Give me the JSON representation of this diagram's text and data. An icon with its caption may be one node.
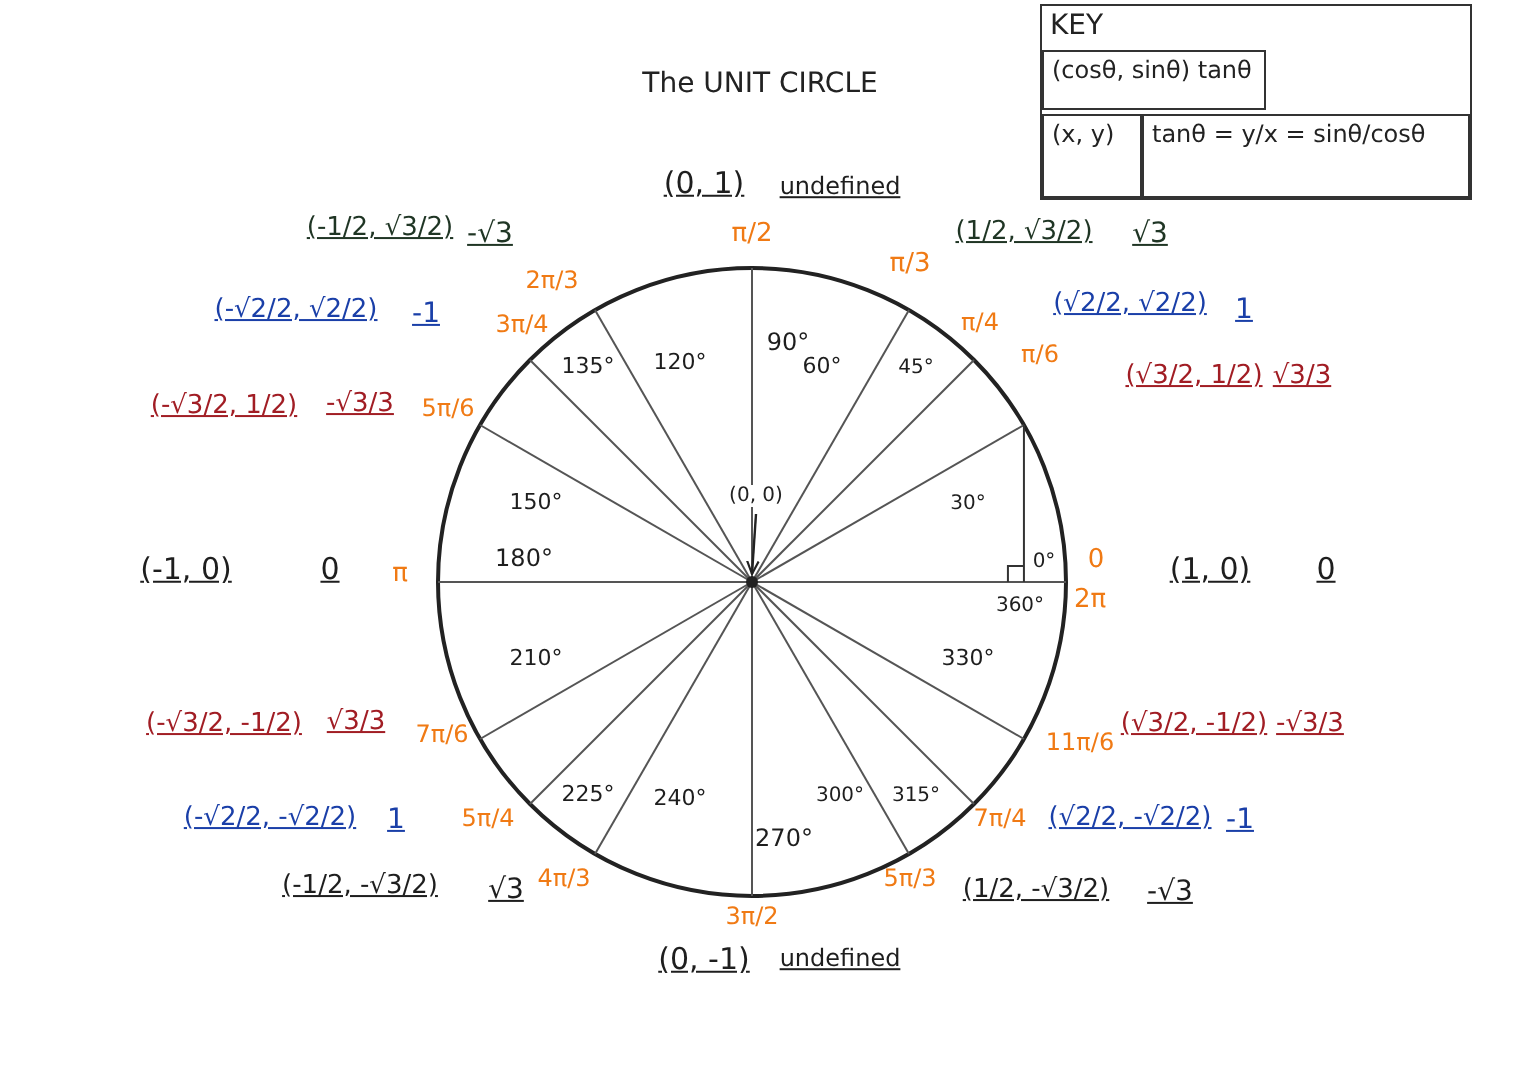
{
  "diagram": {
    "title": "The UNIT CIRCLE",
    "nodes": [
      {
        "text": [
          "KEY"
        ]
      },
      {
        "text": [
          "(cosθ, sinθ) tanθ"
        ],
        "in": 0
      },
      {
        "text": [
          "(x, y)"
        ],
        "in": 0
      },
      {
        "text": [
          "tanθ = y/x = sinθ/cosθ"
        ],
        "in": 0
      },
      {
        "text": [
          "(0, 0)"
        ]
      },
      {
        "text": [],
        "shape": "circle"
      }
    ],
    "edges": [
      {
        "from": 4,
        "to": 5,
        "arrow": "to"
      }
    ],
    "labels": [
      "(0, 1)",
      "undefined",
      "(-1/2, √3/2)",
      "-√3",
      "π/2",
      "(1/2, √3/2)",
      "√3",
      "2π/3",
      "π/3",
      "(-√2/2, √2/2)",
      "-1",
      "3π/4",
      "π/4",
      "(√2/2, √2/2)",
      "1",
      "135°",
      "120°",
      "90°",
      "60°",
      "45°",
      "π/6",
      "(√3/2, 1/2)",
      "√3/3",
      "(-√3/2, 1/2)",
      "-√3/3",
      "5π/6",
      "150°",
      "30°",
      "(-1, 0)",
      "0",
      "π",
      "180°",
      "0°",
      "0",
      "(1, 0)",
      "0",
      "360°",
      "2π",
      "210°",
      "330°",
      "(-√3/2, -1/2)",
      "√3/3",
      "7π/6",
      "11π/6",
      "(√3/2, -1/2)",
      "-√3/3",
      "(-√2/2, -√2/2)",
      "1",
      "5π/4",
      "225°",
      "240°",
      "270°",
      "300°",
      "315°",
      "7π/4",
      "(√2/2, -√2/2)",
      "-1",
      "(-1/2, -√3/2)",
      "√3",
      "4π/3",
      "5π/3",
      "(1/2, -√3/2)",
      "-√3",
      "3π/2",
      "(0, -1)",
      "undefined"
    ]
  }
}
